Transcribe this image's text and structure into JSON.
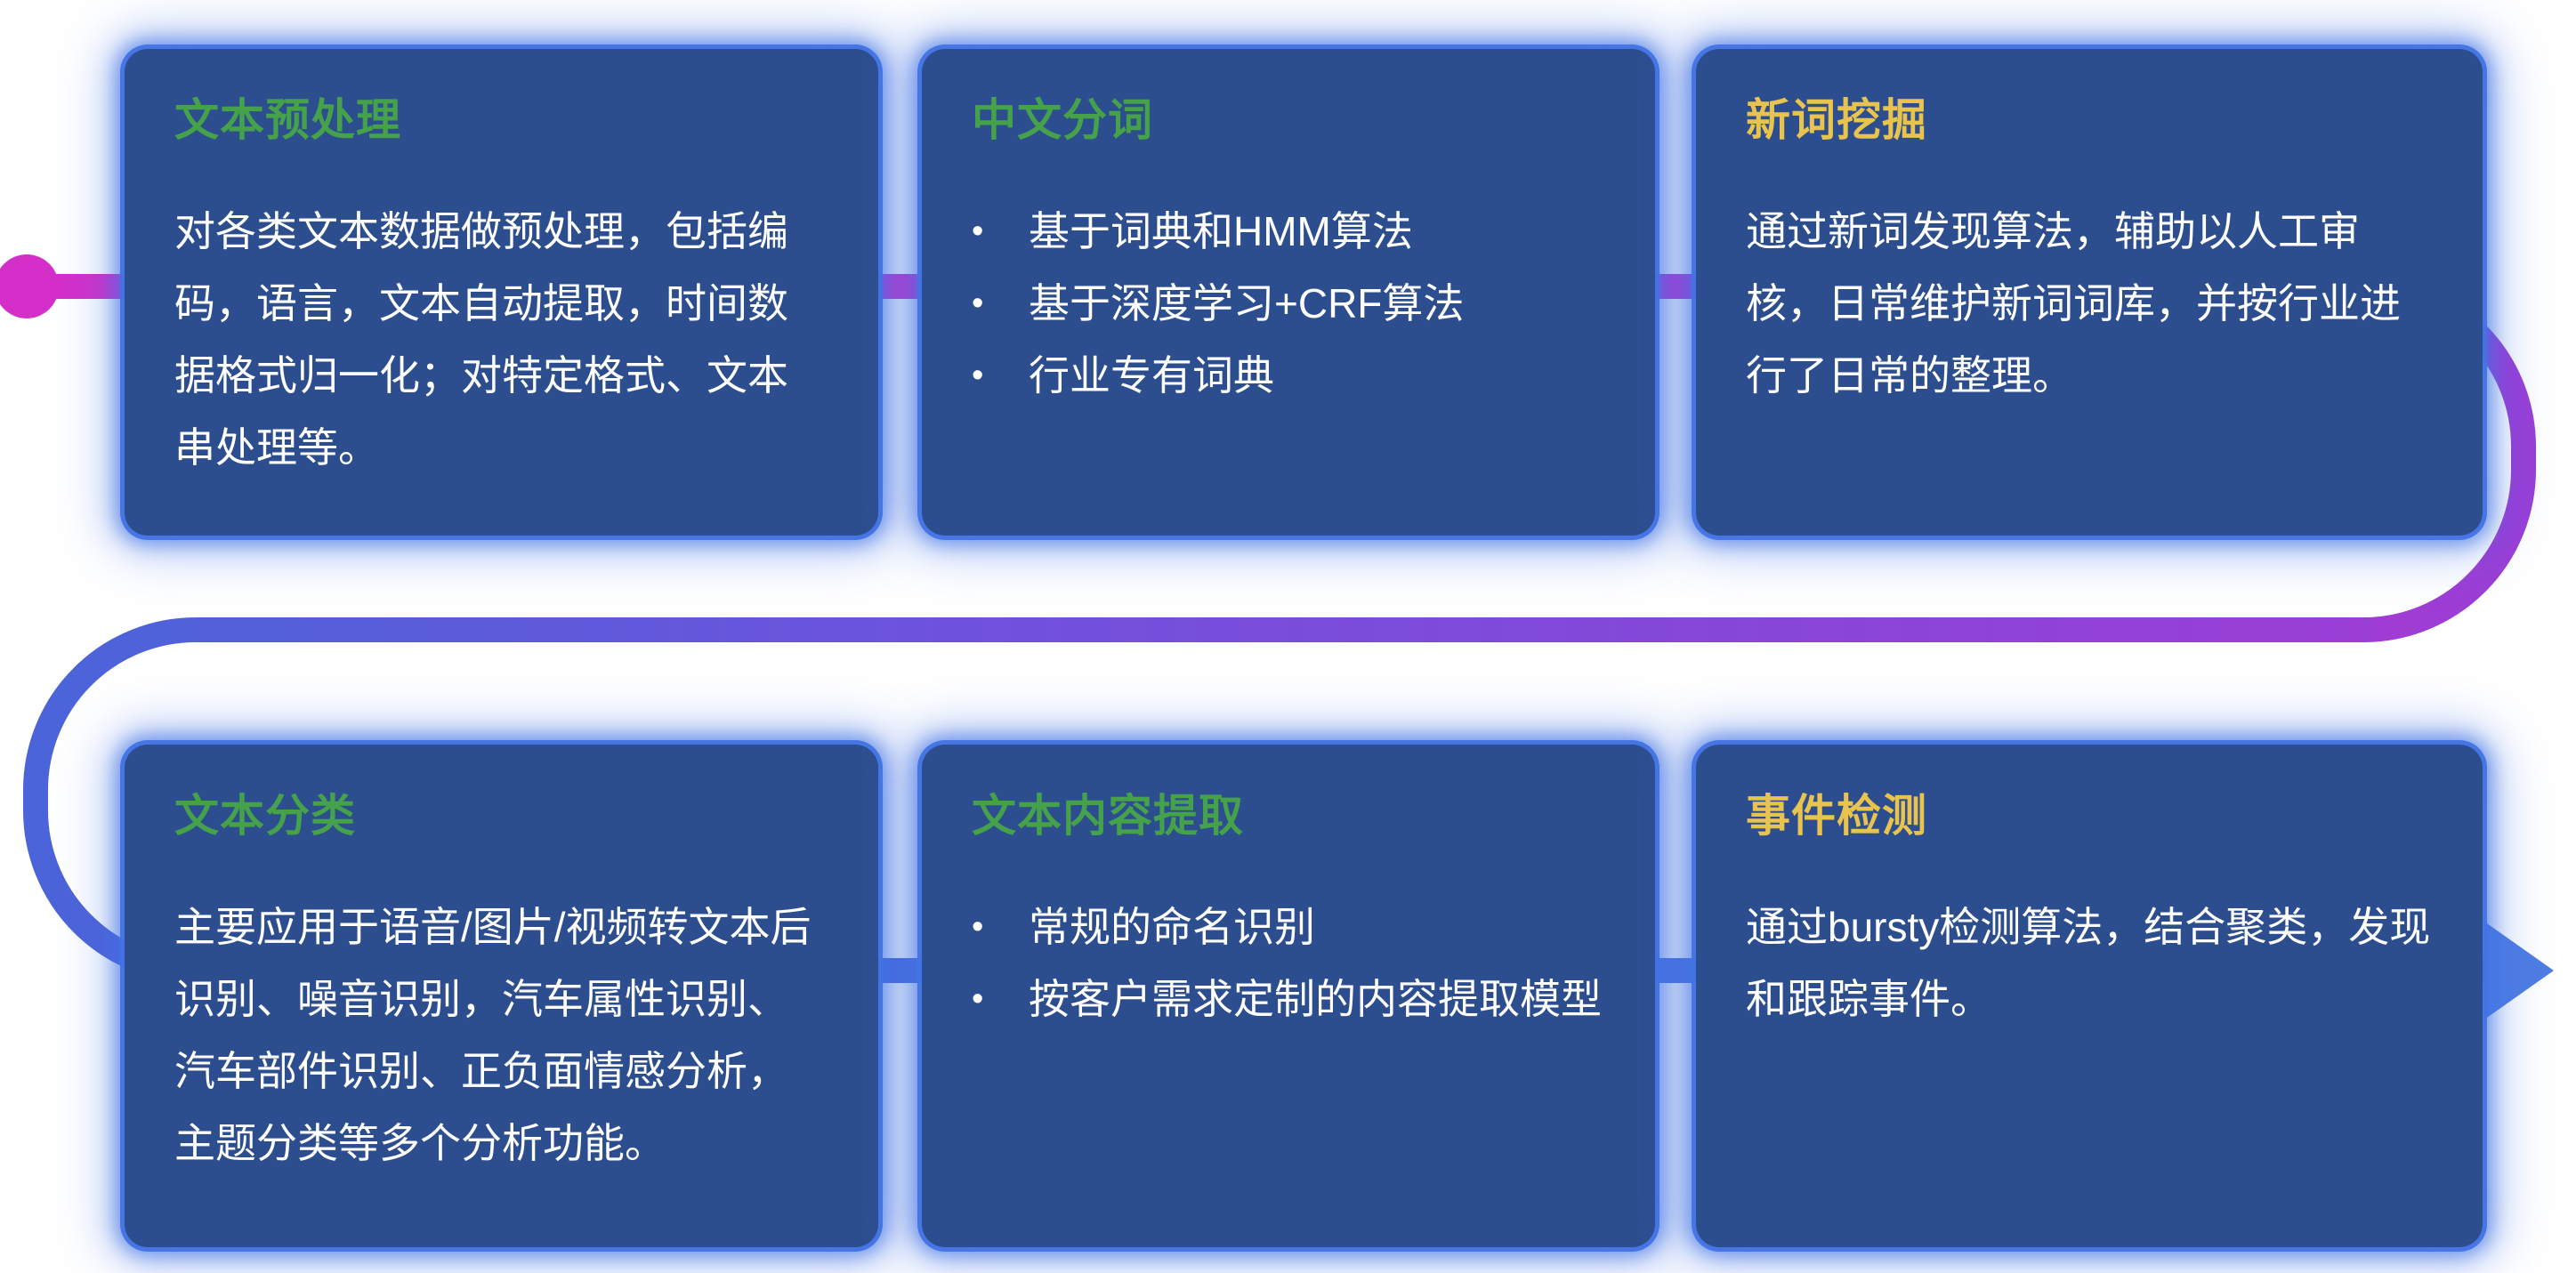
{
  "diagram_title": "NLP text processing capability flow",
  "bullet_char": "•",
  "colors": {
    "card_background": "#2d4e8e",
    "card_glow": "#4273e4",
    "title_green": "#46a14b",
    "title_yellow": "#e8c44e",
    "body_text": "#ffffff",
    "line_magenta": "#d52fca",
    "line_purple": "#9a3ed6",
    "line_blue": "#4b64d9",
    "arrow_blue": "#4e7de2"
  },
  "cards": [
    {
      "id": "text-preprocessing",
      "title": "文本预处理",
      "title_color": "#46a14b",
      "body": "对各类文本数据做预处理，包括编码，语言，文本自动提取，时间数据格式归一化；对特定格式、文本串处理等。"
    },
    {
      "id": "chinese-word-segmentation",
      "title": "中文分词",
      "title_color": "#46a14b",
      "bullets": [
        "基于词典和HMM算法",
        "基于深度学习+CRF算法",
        "行业专有词典"
      ]
    },
    {
      "id": "new-word-mining",
      "title": "新词挖掘",
      "title_color": "#e8c44e",
      "body": "通过新词发现算法，辅助以人工审核，日常维护新词词库，并按行业进行了日常的整理。"
    },
    {
      "id": "text-classification",
      "title": "文本分类",
      "title_color": "#46a14b",
      "body": "主要应用于语音/图片/视频转文本后识别、噪音识别，汽车属性识别、汽车部件识别、正负面情感分析，主题分类等多个分析功能。"
    },
    {
      "id": "text-content-extraction",
      "title": "文本内容提取",
      "title_color": "#46a14b",
      "bullets": [
        "常规的命名识别",
        "按客户需求定制的内容提取模型"
      ]
    },
    {
      "id": "event-detection",
      "title": "事件检测",
      "title_color": "#e8c44e",
      "body": "通过bursty检测算法，结合聚类，发现和跟踪事件。"
    }
  ]
}
